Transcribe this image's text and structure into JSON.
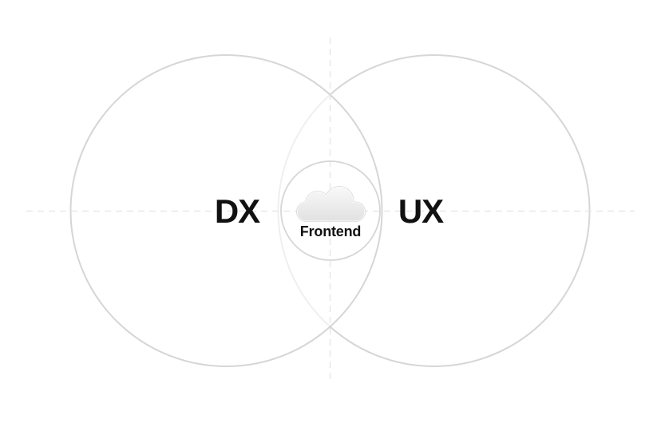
{
  "diagram": {
    "left_label": "DX",
    "right_label": "UX",
    "center_label": "Frontend",
    "center_icon": "cloud-icon"
  },
  "colors": {
    "background": "#ffffff",
    "circle_stroke": "#d6d6d6",
    "dashed_guide": "#e3e3e3",
    "label_text": "#111111",
    "cloud_gradient_top": "#f9f9f9",
    "cloud_gradient_bottom": "#e1e1e1",
    "cloud_edge": "#d2d2d2",
    "cloud_inner_highlight": "#ffffff"
  }
}
